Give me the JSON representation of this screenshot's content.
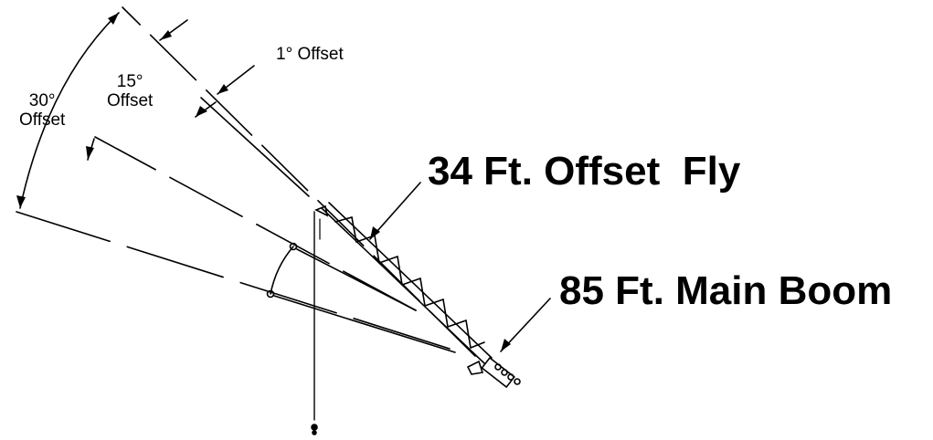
{
  "labels": {
    "offset_1": "1° Offset",
    "offset_15_deg": "15°",
    "offset_15_word": "Offset",
    "offset_30_deg": "30°",
    "offset_30_word": "Offset",
    "fly": "34 Ft. Offset  Fly",
    "main_boom": "85 Ft. Main Boom"
  },
  "colors": {
    "ink": "#000000",
    "background": "#ffffff"
  }
}
